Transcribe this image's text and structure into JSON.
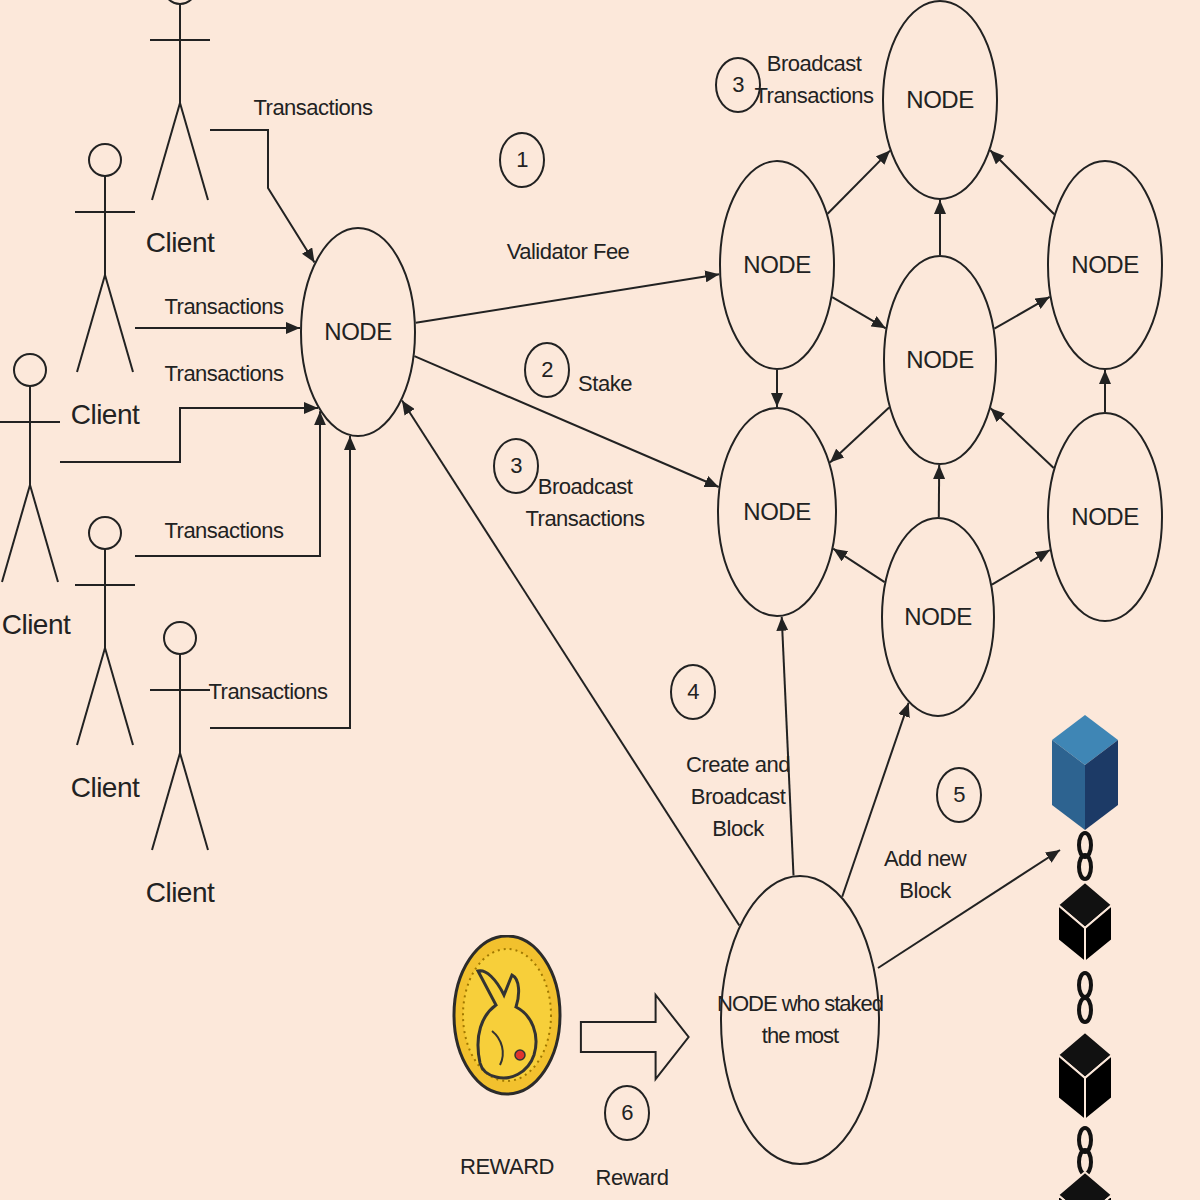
{
  "diagram": {
    "nodes": [
      {
        "text": [
          "Client"
        ]
      },
      {
        "text": [
          "Client"
        ]
      },
      {
        "text": [
          "Client"
        ]
      },
      {
        "text": [
          "Client"
        ]
      },
      {
        "text": [
          "Client"
        ]
      },
      {
        "text": [
          "NODE"
        ]
      },
      {
        "text": [
          "NODE"
        ]
      },
      {
        "text": [
          "NODE"
        ]
      },
      {
        "text": [
          "NODE"
        ]
      },
      {
        "text": [
          "NODE"
        ]
      },
      {
        "text": [
          "NODE"
        ]
      },
      {
        "text": [
          "NODE"
        ]
      },
      {
        "text": [
          "NODE"
        ]
      },
      {
        "text": [
          "NODE who staked the most"
        ]
      },
      {
        "text": [
          "REWARD"
        ]
      }
    ],
    "edges": [
      {
        "from": 0,
        "to": 5,
        "label": "Transactions",
        "arrow": "to"
      },
      {
        "from": 1,
        "to": 5,
        "label": "Transactions",
        "arrow": "to"
      },
      {
        "from": 2,
        "to": 5,
        "label": "Transactions",
        "arrow": "to"
      },
      {
        "from": 3,
        "to": 5,
        "label": "Transactions",
        "arrow": "to"
      },
      {
        "from": 4,
        "to": 5,
        "label": "Transactions",
        "arrow": "to"
      },
      {
        "from": 5,
        "to": 7,
        "label": "Validator Fee",
        "arrow": "to"
      },
      {
        "from": 5,
        "to": 10,
        "label": "Stake",
        "arrow": "to"
      },
      {
        "from": 7,
        "to": 6,
        "arrow": "to"
      },
      {
        "from": 9,
        "to": 6,
        "arrow": "to"
      },
      {
        "from": 8,
        "to": 6,
        "arrow": "to"
      },
      {
        "from": 7,
        "to": 9,
        "arrow": "to"
      },
      {
        "from": 7,
        "to": 10,
        "arrow": "to"
      },
      {
        "from": 9,
        "to": 10,
        "arrow": "to"
      },
      {
        "from": 9,
        "to": 8,
        "arrow": "to"
      },
      {
        "from": 11,
        "to": 8,
        "arrow": "to"
      },
      {
        "from": 11,
        "to": 9,
        "arrow": "to"
      },
      {
        "from": 12,
        "to": 9,
        "arrow": "to"
      },
      {
        "from": 12,
        "to": 10,
        "arrow": "to"
      },
      {
        "from": 12,
        "to": 11,
        "arrow": "to"
      },
      {
        "from": 13,
        "to": 10,
        "label": "Create and Broadcast Block",
        "arrow": "to"
      },
      {
        "from": 13,
        "to": 12,
        "arrow": "to"
      },
      {
        "from": 13,
        "to": 5,
        "arrow": "to"
      },
      {
        "from": 14,
        "to": 13,
        "label": "Reward",
        "arrow": "to"
      }
    ],
    "labels": [
      "3",
      "Broadcast Transactions",
      "1",
      "2",
      "3",
      "Broadcast Transactions",
      "4",
      "5",
      "Add new Block",
      "6"
    ]
  }
}
